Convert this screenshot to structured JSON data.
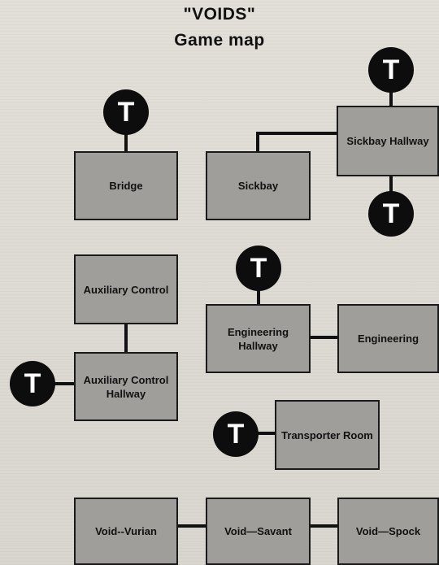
{
  "header": {
    "title": "\"VOIDS\"",
    "subtitle": "Game map"
  },
  "marker_label": "T",
  "rooms": {
    "bridge": "Bridge",
    "sickbay": "Sickbay",
    "sickbay_hallway": "Sickbay Hallway",
    "auxiliary_control": "Auxiliary Control",
    "auxiliary_control_hallway": "Auxiliary Control Hallway",
    "engineering_hallway": "Engineering Hallway",
    "engineering": "Engineering",
    "transporter_room": "Transporter Room",
    "void_vurian": "Void--Vurian",
    "void_savant": "Void—Savant",
    "void_spock": "Void—Spock"
  }
}
